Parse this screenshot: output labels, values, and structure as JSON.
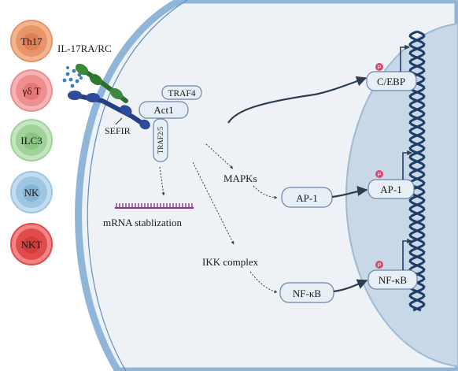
{
  "cells": [
    {
      "label": "Th17",
      "fill": "#e8946a",
      "inner": "#d9744a",
      "ring": "#f2b48f"
    },
    {
      "label": "γδ T",
      "fill": "#ee8f8f",
      "inner": "#e06868",
      "ring": "#f6b3b3"
    },
    {
      "label": "ILC3",
      "fill": "#9fd39a",
      "inner": "#78bd72",
      "ring": "#c3e6bf"
    },
    {
      "label": "NK",
      "fill": "#9ec6e3",
      "inner": "#74a9d0",
      "ring": "#c2ddf0"
    },
    {
      "label": "NKT",
      "fill": "#e24b4b",
      "inner": "#c93232",
      "ring": "#ef8585"
    }
  ],
  "receptor_label": "IL-17RA/RC",
  "sefir_label": "SEFIR",
  "adaptors": {
    "traf4": "TRAF4",
    "act1": "Act1",
    "traf25": "TRAF2/5"
  },
  "pathway": {
    "mapks": "MAPKs",
    "ikk": "IKK complex",
    "mrna": "mRNA stablization"
  },
  "factors": {
    "ap1": "AP-1",
    "nfkb": "NF-κB"
  },
  "nuclear": {
    "cebp": "C/EBP",
    "ap1": "AP-1",
    "nfkb": "NF-κB"
  },
  "phospho_label": "P",
  "colors": {
    "cytoplasm": "#eef2f6",
    "membrane": "#8fb6d8",
    "nucleus": "#c9d8e6",
    "box_fill": "#e6eef6",
    "box_stroke": "#6d86a6",
    "arrow": "#2c3e50",
    "dna": "#1f3d6b",
    "phospho": "#d94a6a"
  }
}
